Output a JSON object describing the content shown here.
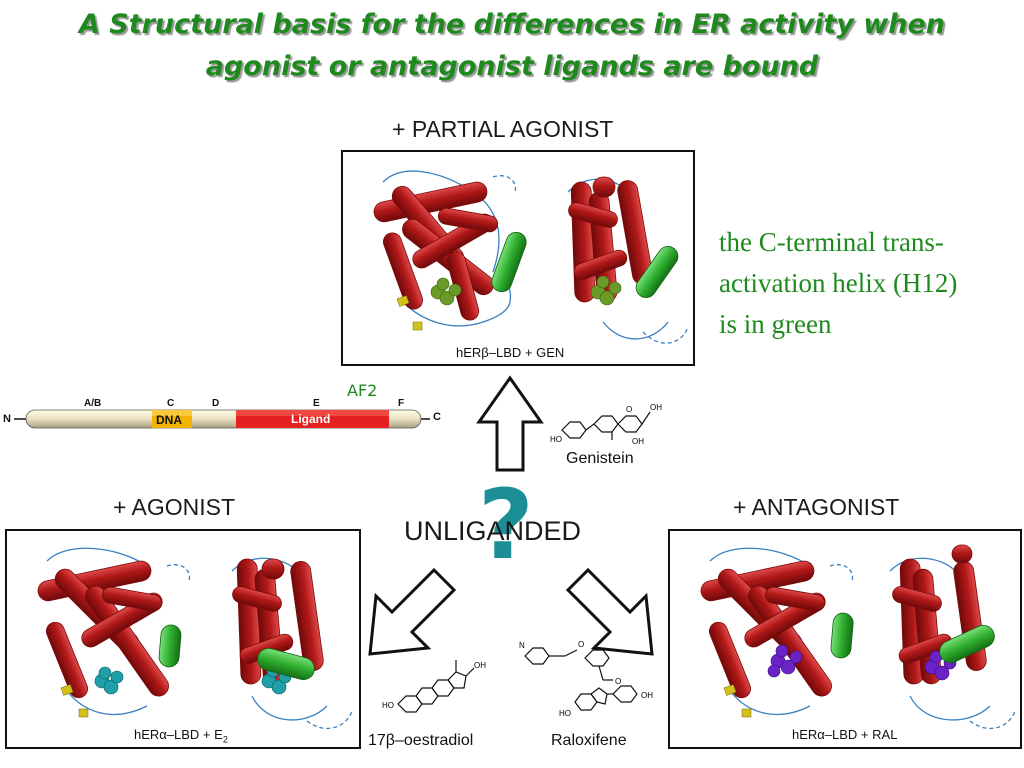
{
  "title": {
    "line1": "A Structural basis for the differences in ER activity when",
    "line2": "agonist or antagonist ligands are bound"
  },
  "partial": {
    "heading": "+ PARTIAL AGONIST",
    "caption": "hERβ–LBD + GEN"
  },
  "agonist": {
    "heading": "+ AGONIST",
    "caption_main": "hERα–LBD + E",
    "caption_sub": "2"
  },
  "antagonist": {
    "heading": "+ ANTAGONIST",
    "caption": "hERα–LBD + RAL"
  },
  "note": {
    "line1": "the C-terminal trans-",
    "line2": "activation helix (H12)",
    "line3": "is in green"
  },
  "domain_map": {
    "n_label": "N",
    "c_label": "C",
    "ab": "A/B",
    "c": "C",
    "d": "D",
    "e": "E",
    "f": "F",
    "dna": "DNA",
    "ligand": "Ligand",
    "af2": "AF2"
  },
  "center": {
    "unliganded": "UNLIGANDED",
    "question": "?"
  },
  "molecules": {
    "genistein": "Genistein",
    "oestradiol": "17β–oestradiol",
    "raloxifene": "Raloxifene",
    "atom_oh": "OH",
    "atom_ho": "HO",
    "atom_o": "O",
    "atom_n": "N"
  },
  "colors": {
    "title_green": "#1e8a1e",
    "helix_red": "#b01818",
    "h12_green": "#2fae2f",
    "ligand_olive": "#6a9a28",
    "ligand_cyan": "#1fa0a8",
    "ligand_purple": "#6b23c8",
    "question_teal": "#1c8f96",
    "dna_yellow": "#f2b400",
    "ligand_red": "#e42020"
  }
}
